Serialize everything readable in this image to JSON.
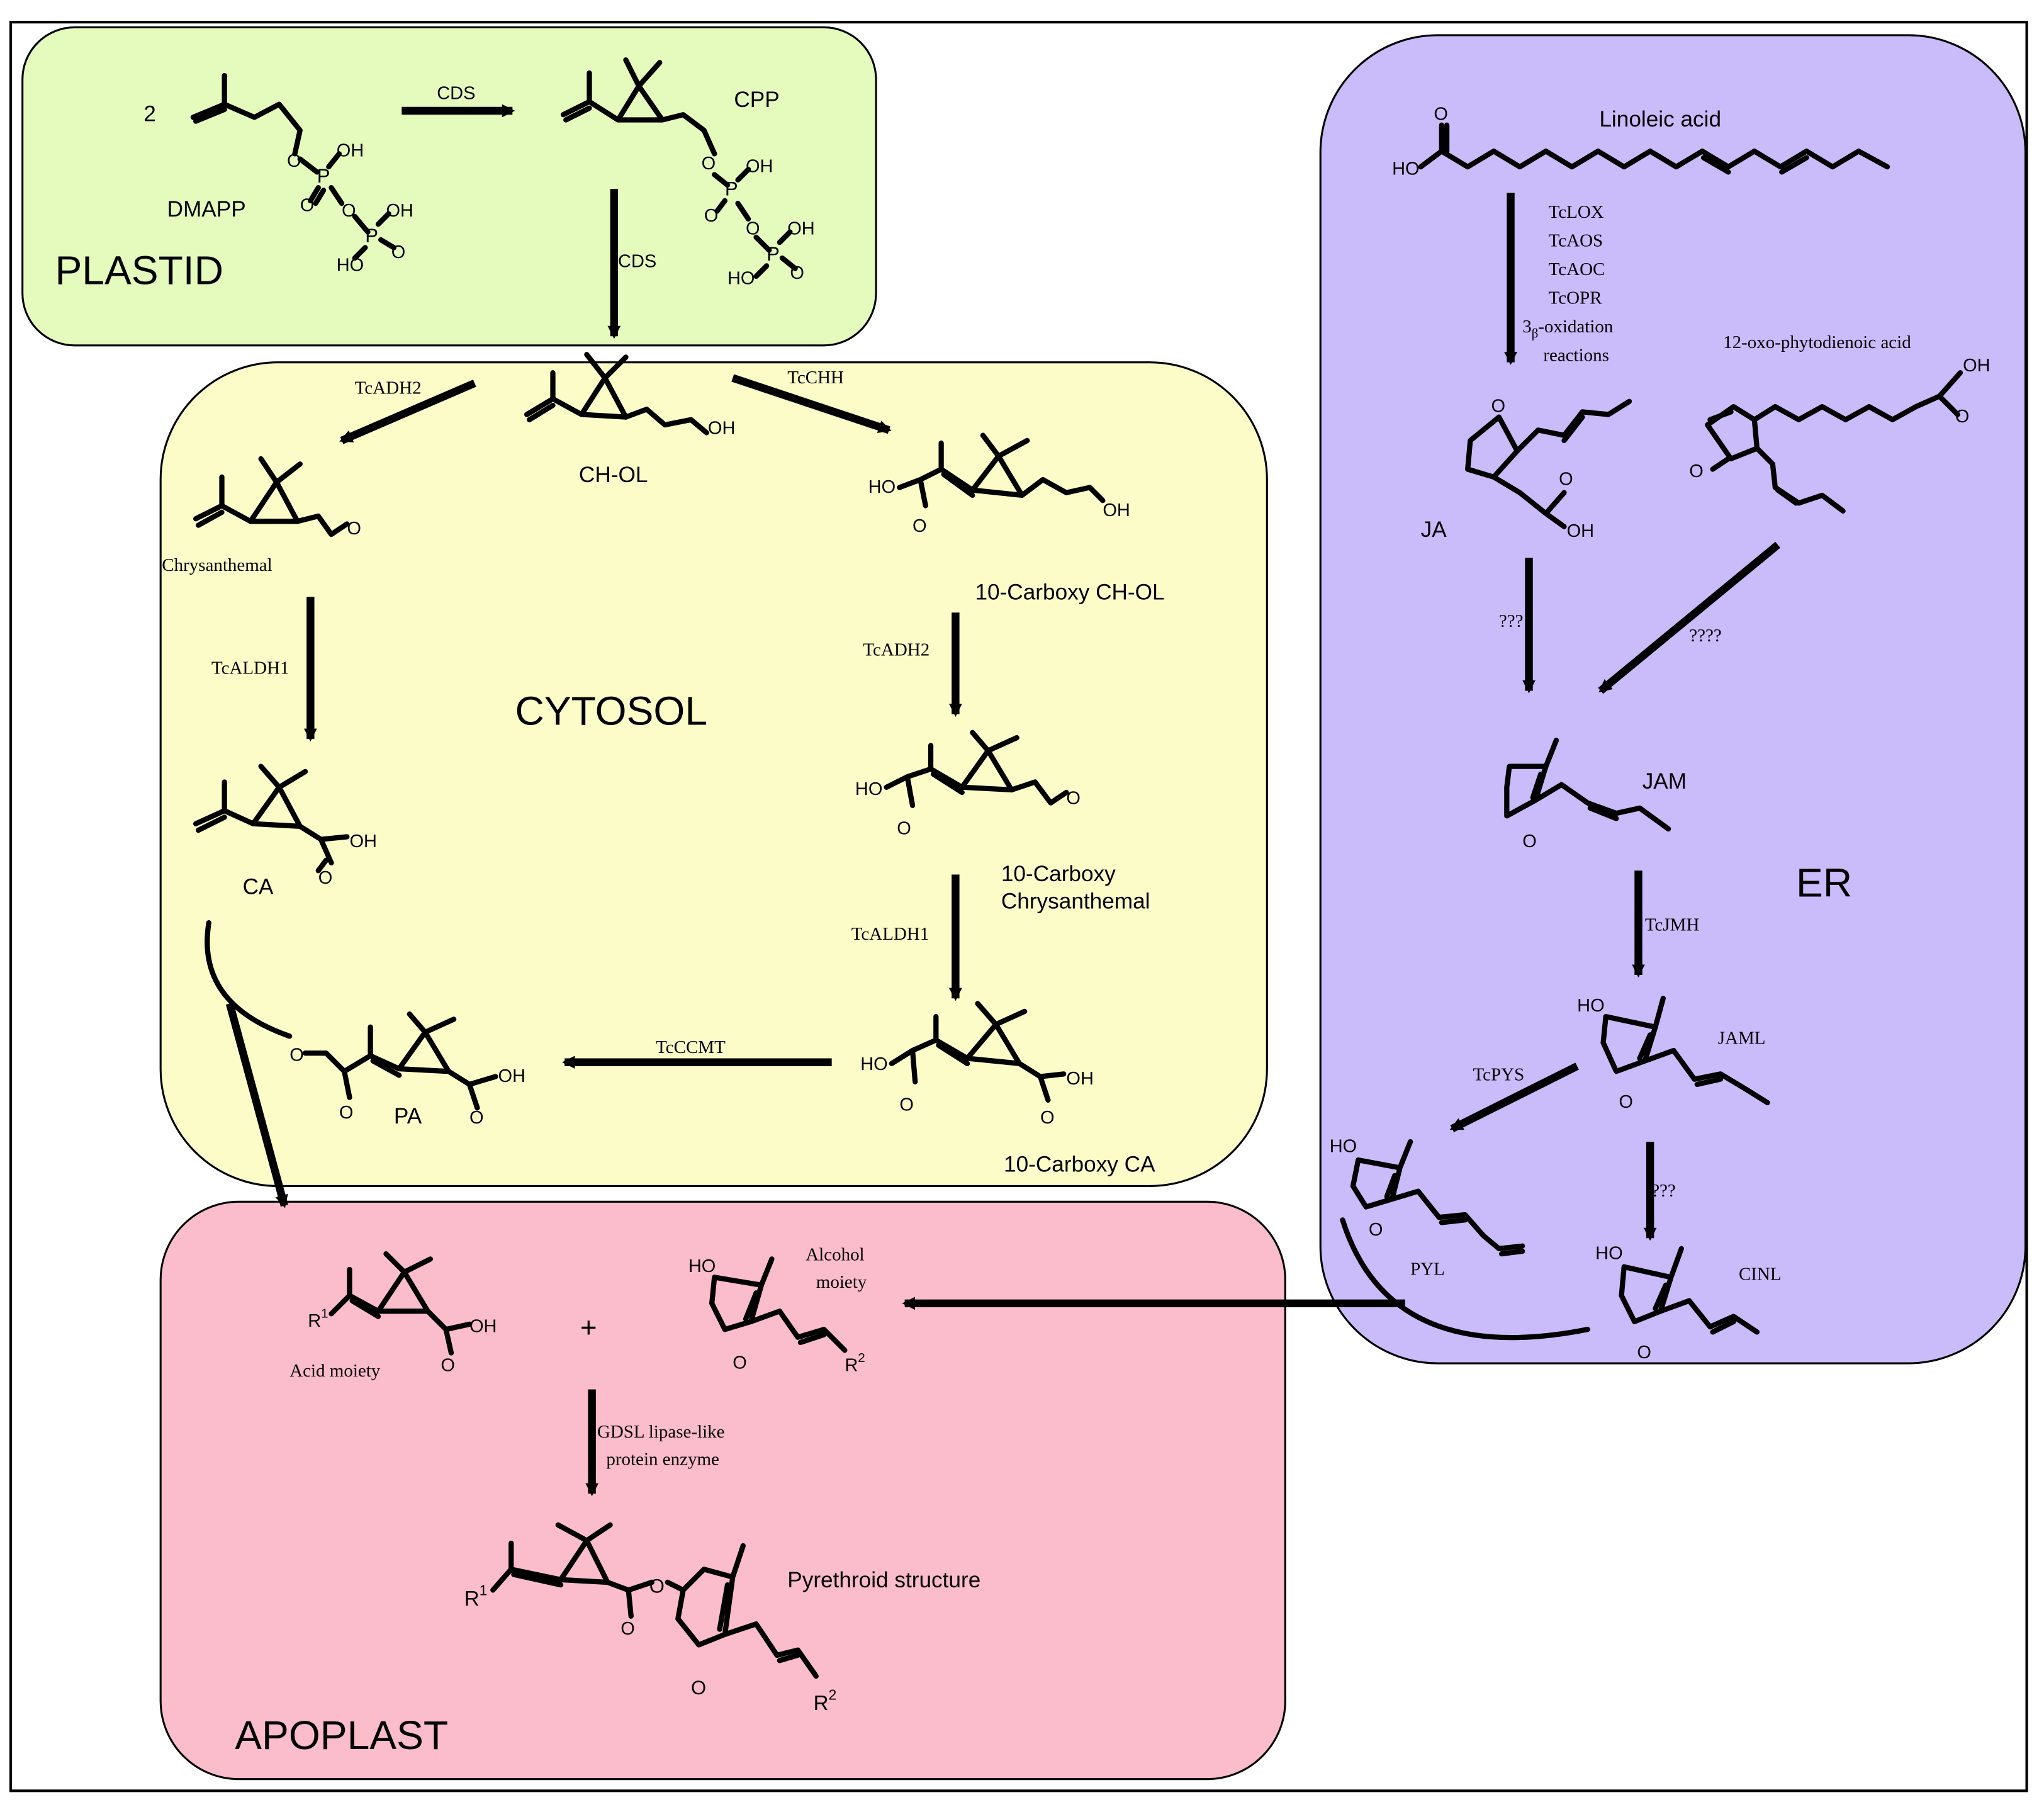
{
  "compartments": {
    "plastid": {
      "label": "PLASTID",
      "color": "#e4fbbd"
    },
    "cytosol": {
      "label": "CYTOSOL",
      "color": "#fcfcc8"
    },
    "er": {
      "label": "ER",
      "color": "#cabbfb"
    },
    "apoplast": {
      "label": "APOPLAST",
      "color": "#fbbccb"
    }
  },
  "plastid": {
    "coefficient": "2",
    "dmapp": "DMAPP",
    "cpp": "CPP",
    "enzyme_cds_top": "CDS",
    "enzyme_cds_down": "CDS",
    "oh1": "OH",
    "oh2": "OH",
    "oh3": "OH",
    "oh4": "OH",
    "ho1": "HO",
    "ho2": "HO"
  },
  "cytosol": {
    "choll": "CH-OL",
    "oh_choll": "OH",
    "enzyme_tcadh2_left": "TcADH2",
    "enzyme_tcchh": "TcCHH",
    "chrysanthemal": "Chrysanthemal",
    "enzyme_tcaldh1_left": "TcALDH1",
    "ca": "CA",
    "oh_ca": "OH",
    "ho_10cch": "HO",
    "oh_10cch": "OH",
    "carboxy_choll": "10-Carboxy CH-OL",
    "enzyme_tcadh2_right": "TcADH2",
    "ho_10cchr": "HO",
    "carboxy_chrysanthemal_1": "10-Carboxy",
    "carboxy_chrysanthemal_2": "Chrysanthemal",
    "enzyme_tcaldh1_right": "TcALDH1",
    "ho_10cca": "HO",
    "oh_10cca": "OH",
    "carboxy_ca": "10-Carboxy CA",
    "enzyme_tcccmt": "TcCCMT",
    "pa": "PA",
    "oh_pa": "OH"
  },
  "er": {
    "linoleic": "Linoleic acid",
    "ho_lin": "HO",
    "enzymes": [
      "TcLOX",
      "TcAOS",
      "TcAOC",
      "TcOPR"
    ],
    "beta_prefix": "3",
    "beta_sub": "β",
    "beta_suffix": "-oxidation",
    "reactions": "reactions",
    "opda": "12-oxo-phytodienoic acid",
    "oh_opda": "OH",
    "ja": "JA",
    "oh_ja": "OH",
    "unknown_ja": "???",
    "unknown_opda": "????",
    "jam": "JAM",
    "enzyme_tcjmh": "TcJMH",
    "jaml": "JAML",
    "ho_jaml": "HO",
    "enzyme_tcpys": "TcPYS",
    "unknown_cinl": "???",
    "pyl": "PYL",
    "ho_pyl": "HO",
    "cinl": "CINL",
    "ho_cinl": "HO"
  },
  "apoplast": {
    "r1_acid": "R",
    "sup1_acid": "1",
    "oh_acid": "OH",
    "acid_moiety": "Acid moiety",
    "plus": "+",
    "ho_alc": "HO",
    "alcohol_1": "Alcohol",
    "alcohol_2": "moiety",
    "r2_alc": "R",
    "sup2_alc": "2",
    "gdsl_1": "GDSL lipase-like",
    "gdsl_2": "protein enzyme",
    "r1_pyr": "R",
    "sup1_pyr": "1",
    "o_ester": "O",
    "pyrethroid": "Pyrethroid structure",
    "r2_pyr": "R",
    "sup2_pyr": "2"
  }
}
